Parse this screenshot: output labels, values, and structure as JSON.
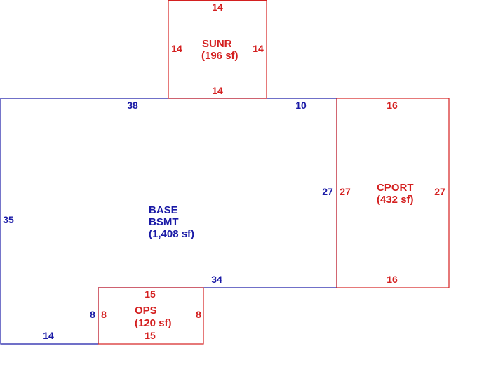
{
  "colors": {
    "base": "#1a1aa6",
    "addition": "#d42020"
  },
  "areas": {
    "base": {
      "name_line1": "BASE",
      "name_line2": "BSMT",
      "area": "(1,408 sf)"
    },
    "sunroom": {
      "name": "SUNR",
      "area": "(196 sf)"
    },
    "carport": {
      "name": "CPORT",
      "area": "(432 sf)"
    },
    "ops": {
      "name": "OPS",
      "area": "(120 sf)"
    }
  },
  "dims": {
    "base_top_left": "38",
    "base_top_right": "10",
    "base_right": "27",
    "base_left": "35",
    "base_bottom_step": "34",
    "base_bottom_left": "14",
    "base_step_side": "8",
    "sunr_top": "14",
    "sunr_left": "14",
    "sunr_right": "14",
    "sunr_bottom": "14",
    "cport_top": "16",
    "cport_left": "27",
    "cport_right": "27",
    "cport_bottom": "16",
    "ops_top": "15",
    "ops_left": "8",
    "ops_right": "8",
    "ops_bottom": "15"
  }
}
